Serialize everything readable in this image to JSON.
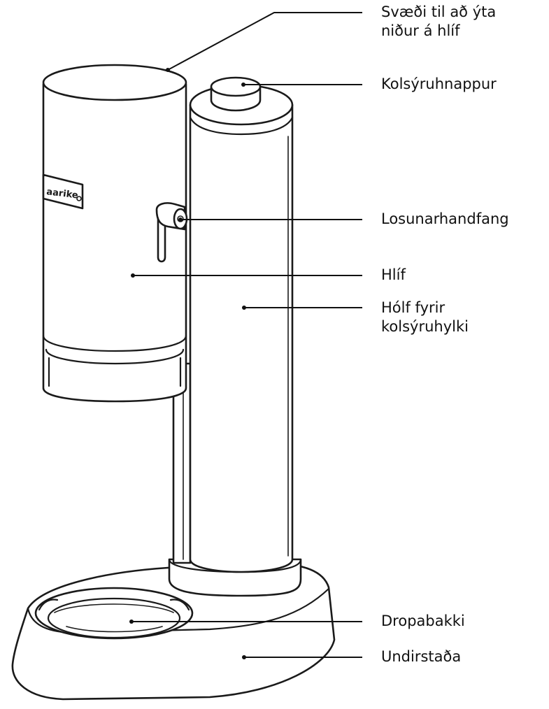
{
  "labels": {
    "push_area": "Svæði til að ýta\nniður á hlíf",
    "co2_button": "Kolsýruhnappur",
    "release_handle": "Losunarhandfang",
    "cover": "Hlíf",
    "cylinder_compartment": "Hólf fyrir\nkolsýruhylki",
    "drip_tray": "Dropabakki",
    "base": "Undirstaða"
  },
  "device": {
    "logo_text": "aarike"
  }
}
